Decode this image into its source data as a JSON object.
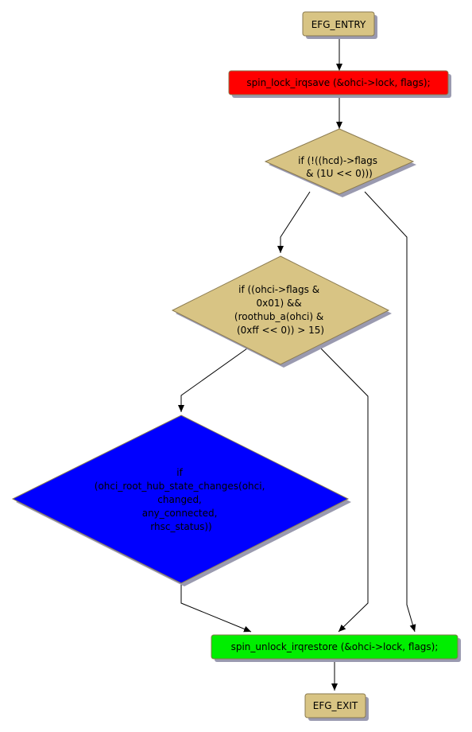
{
  "colors": {
    "terminal": "#d8c484",
    "lock": "#ff0000",
    "decision": "#d8c484",
    "highlight": "#0000ff",
    "unlock": "#00ee00",
    "edge": "#000000"
  },
  "nodes": {
    "entry": {
      "label": "EFG_ENTRY"
    },
    "lock": {
      "label": "spin_lock_irqsave (&ohci->lock, flags);"
    },
    "cond1": {
      "lines": [
        "if (!((hcd)->flags",
        "& (1U << 0)))"
      ]
    },
    "cond2": {
      "lines": [
        "if ((ohci->flags &",
        "0x01) &&",
        "(roothub_a(ohci) &",
        "(0xff << 0)) > 15)"
      ]
    },
    "cond3": {
      "lines": [
        "if",
        "(ohci_root_hub_state_changes(ohci,",
        "changed,",
        "any_connected,",
        "rhsc_status))"
      ]
    },
    "unlock": {
      "label": "spin_unlock_irqrestore (&ohci->lock, flags);"
    },
    "exit": {
      "label": "EFG_EXIT"
    }
  }
}
